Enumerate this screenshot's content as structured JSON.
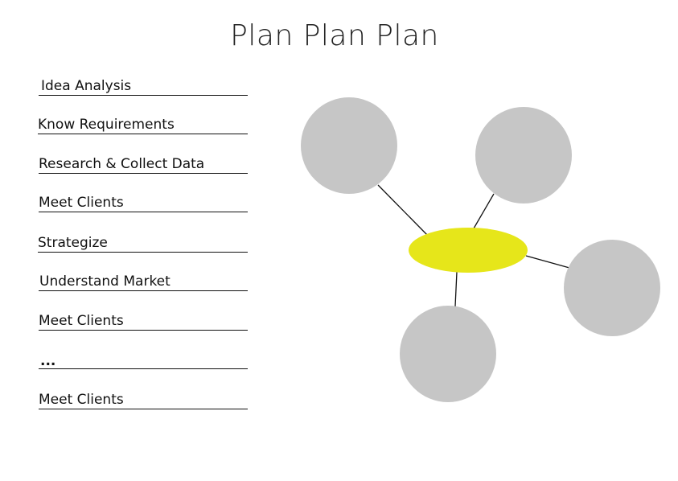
{
  "title": "Plan Plan Plan",
  "list": {
    "items": [
      "Idea Analysis",
      "Know Requirements",
      "Research & Collect Data",
      "Meet Clients",
      "Strategize",
      "Understand Market",
      "Meet Clients",
      "...",
      "Meet Clients"
    ]
  },
  "diagram": {
    "center_color": "#e6e61a",
    "node_color": "#c6c6c6",
    "line_color": "#111111"
  }
}
